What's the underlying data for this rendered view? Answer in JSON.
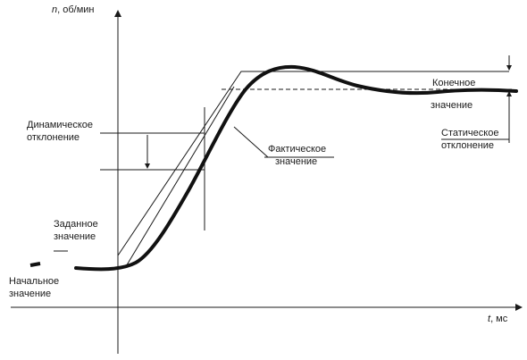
{
  "axes": {
    "y_label_var": "n",
    "y_label_unit": ", об/мин",
    "x_label_var": "t",
    "x_label_unit": ", мс"
  },
  "labels": {
    "initial_value": [
      "Начальное",
      "значение"
    ],
    "setpoint_value": [
      "Заданное",
      "значение"
    ],
    "dynamic_deviation": [
      "Динамическое",
      "отклонение"
    ],
    "actual_value": [
      "Фактическое",
      "значение"
    ],
    "final_value": [
      "Конечное",
      "значение"
    ],
    "static_deviation": [
      "Статическое",
      "отклонение"
    ]
  }
}
